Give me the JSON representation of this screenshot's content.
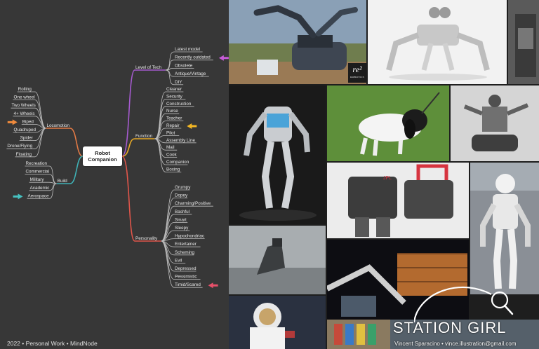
{
  "mindmap": {
    "center": {
      "line1": "Robot",
      "line2": "Companion"
    },
    "branches": {
      "level_of_tech": {
        "label": "Level of Tech",
        "items": [
          "Latest model",
          "Recently outdated",
          "Obsolete",
          "Antique/Vintage",
          "DIY"
        ]
      },
      "function": {
        "label": "Function",
        "items": [
          "Cleaner",
          "Security",
          "Construction",
          "Nurse",
          "Teacher",
          "Repair",
          "Pilot",
          "Assembly Line",
          "Mail",
          "Cook",
          "Companion",
          "Boxing"
        ]
      },
      "personality": {
        "label": "Personality",
        "items": [
          "Grumpy",
          "Dopey",
          "Charming/Positive",
          "Bashful",
          "Smart",
          "Sleepy",
          "Hypochondriac",
          "Entertainer",
          "Scheming",
          "Evil",
          "Depressed",
          "Pessimistic",
          "Timid/Scared"
        ]
      },
      "locomotion": {
        "label": "Locomotion",
        "items": [
          "Rolling",
          "One wheel",
          "Two Wheels",
          "4+ Wheels",
          "Biped",
          "Quadruped",
          "Spider",
          "Drone/Flying",
          "Floating"
        ]
      },
      "build": {
        "label": "Build",
        "items": [
          "Recreation",
          "Commercial",
          "Military",
          "Academic",
          "Aerospace"
        ]
      }
    },
    "highlights": [
      {
        "item": "Recently outdated",
        "color": "#c65bd6"
      },
      {
        "item": "Repair",
        "color": "#f2b624"
      },
      {
        "item": "Timid/Scared",
        "color": "#e8506a"
      },
      {
        "item": "Biped",
        "color": "#f08a3c"
      },
      {
        "item": "Aerospace",
        "color": "#46c1c0"
      }
    ],
    "colors": {
      "level_of_tech": "#a65bd0",
      "function": "#e6a826",
      "personality": "#e0554a",
      "locomotion": "#e37a45",
      "build": "#3fb1b5"
    }
  },
  "footer": {
    "year": "2022",
    "text": "Personal Work",
    "tool": "MindNode",
    "separator": "•"
  },
  "collage": {
    "logo": {
      "main": "re²",
      "sub": "ROBOTICS"
    },
    "jpl_label": "JPL",
    "brand": "STATION GIRL",
    "credit": "Vincent Sparacino • vince.illustration@gmail.com"
  }
}
